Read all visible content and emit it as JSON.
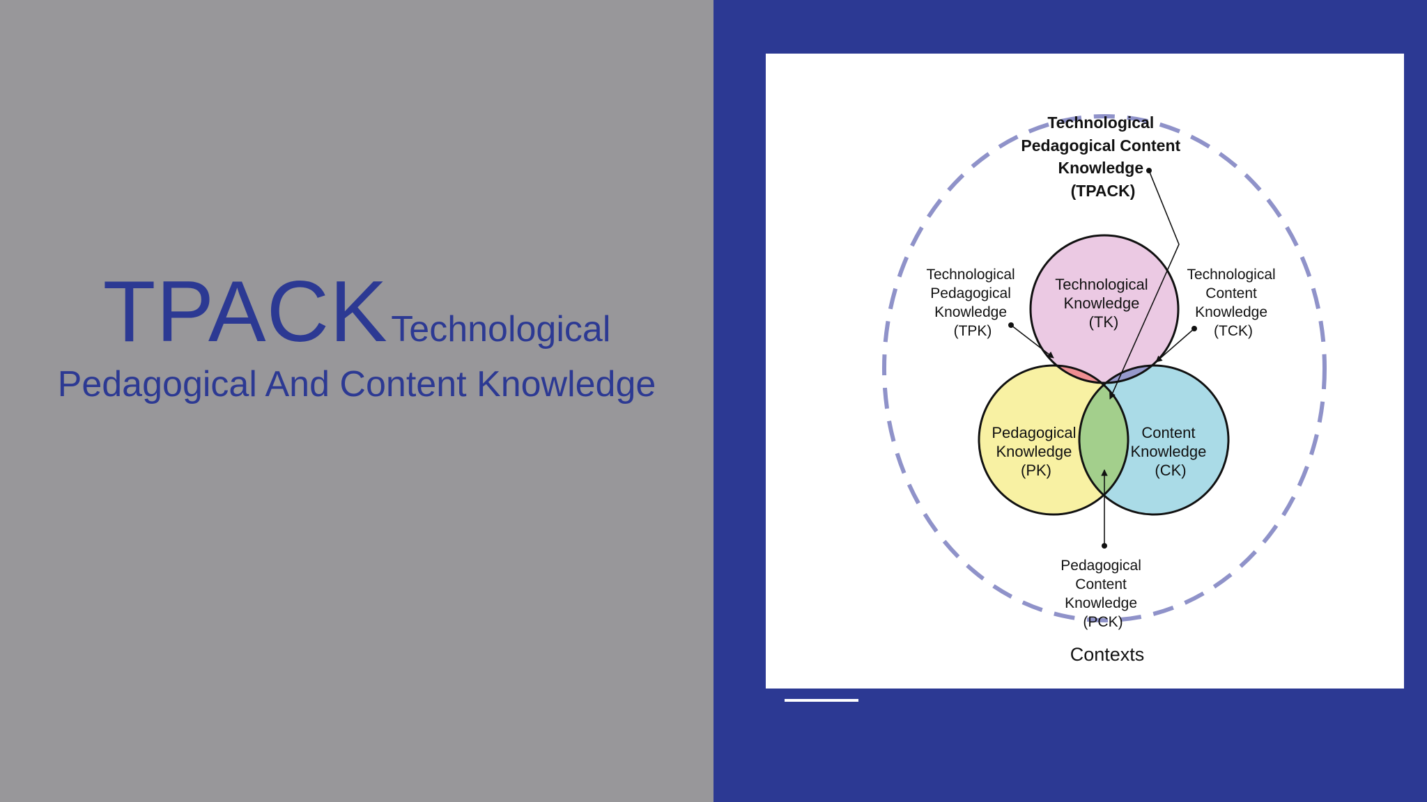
{
  "slide": {
    "title_acronym": "TPACK",
    "title_rest_line1": "Technological",
    "title_rest_line2": "Pedagogical And Content Knowledge"
  },
  "diagram": {
    "tpack": [
      "Technological",
      "Pedagogical Content",
      "Knowledge",
      "(TPACK)"
    ],
    "tk": [
      "Technological",
      "Knowledge",
      "(TK)"
    ],
    "pk": [
      "Pedagogical",
      "Knowledge",
      "(PK)"
    ],
    "ck": [
      "Content",
      "Knowledge",
      "(CK)"
    ],
    "tpk": [
      "Technological",
      "Pedagogical",
      "Knowledge",
      "(TPK)"
    ],
    "tck": [
      "Technological",
      "Content",
      "Knowledge",
      "(TCK)"
    ],
    "pck": [
      "Pedagogical",
      "Content",
      "Knowledge",
      "(PCK)"
    ],
    "contexts": "Contexts"
  },
  "colors": {
    "left_background": "#98979a",
    "right_background": "#2c3993",
    "title_text": "#2c3993",
    "tk_circle": "#ebc9e3",
    "pk_circle": "#f8f1a3",
    "ck_circle": "#aadbe7",
    "tpk_overlap": "#ef8e92",
    "tck_overlap": "#9699cc",
    "pck_overlap": "#a3cf8c",
    "tpack_center": "#6b5f2e",
    "contexts_ring": "#8f92c9"
  }
}
